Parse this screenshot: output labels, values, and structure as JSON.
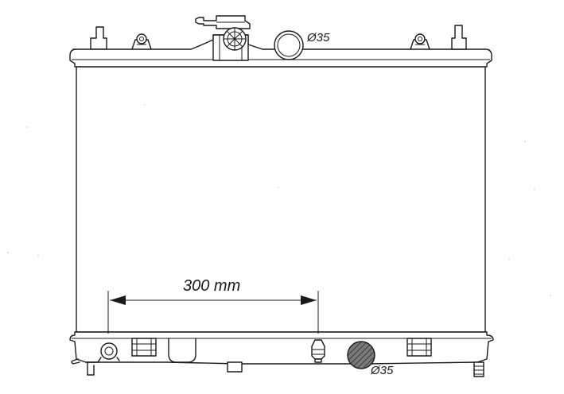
{
  "diagram": {
    "dimension_label": "300 mm",
    "inlet_label": "Ø35",
    "outlet_label": "Ø35"
  },
  "colors": {
    "line": "#1a1a1a",
    "background": "#ffffff",
    "outlet_fill": "#5a5a5a"
  }
}
